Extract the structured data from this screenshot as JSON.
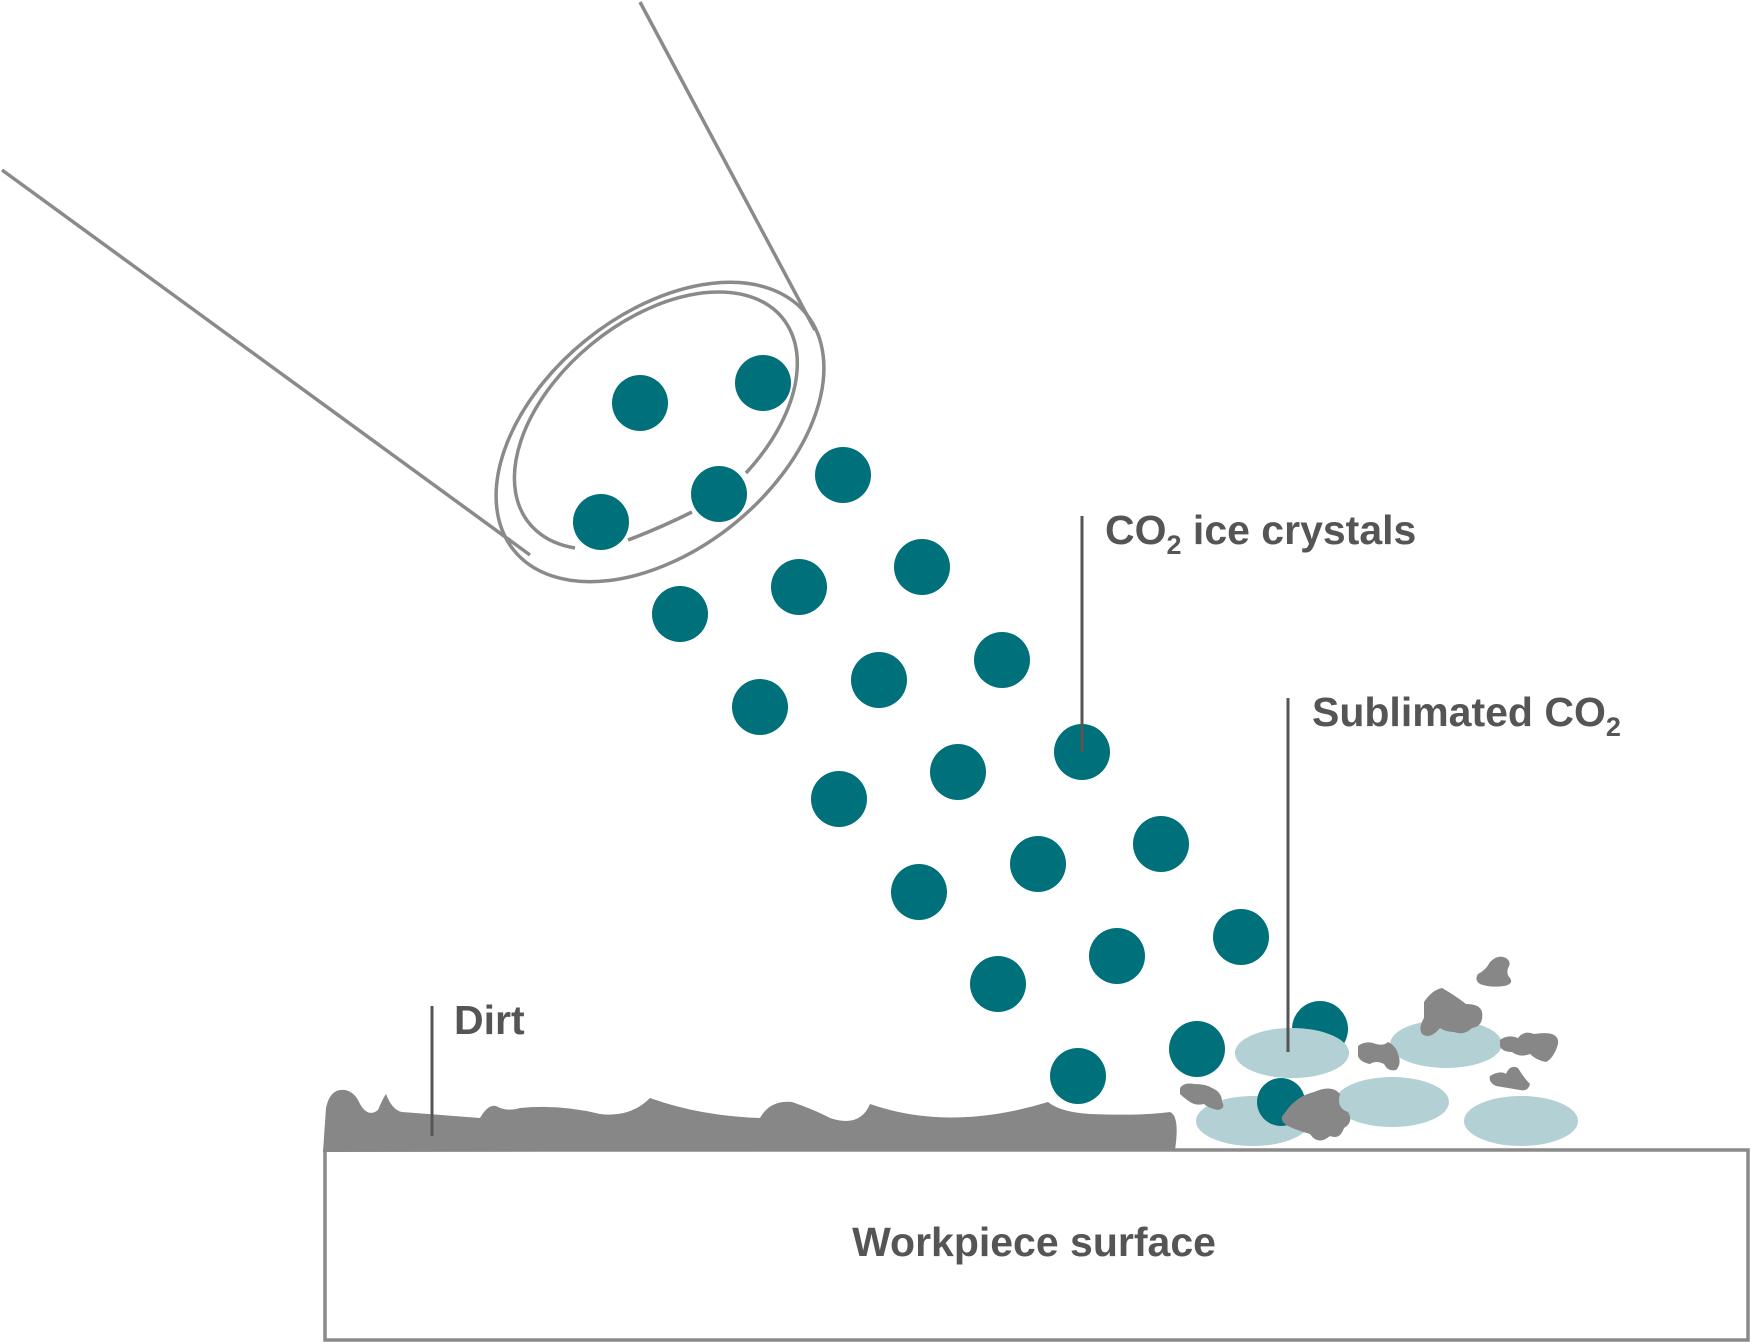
{
  "labels": {
    "co2_ice": {
      "prefix": "CO",
      "sub": "2",
      "suffix": " ice crystals"
    },
    "sublimated": {
      "prefix": "Sublimated CO",
      "sub": "2",
      "suffix": ""
    },
    "dirt": "Dirt",
    "workpiece": "Workpiece surface"
  },
  "colors": {
    "crystal": "#00707a",
    "sublimated": "#b3d0d5",
    "dirt": "#878787",
    "outline": "#8a8a8a",
    "text": "#555555",
    "background": "#ffffff"
  }
}
